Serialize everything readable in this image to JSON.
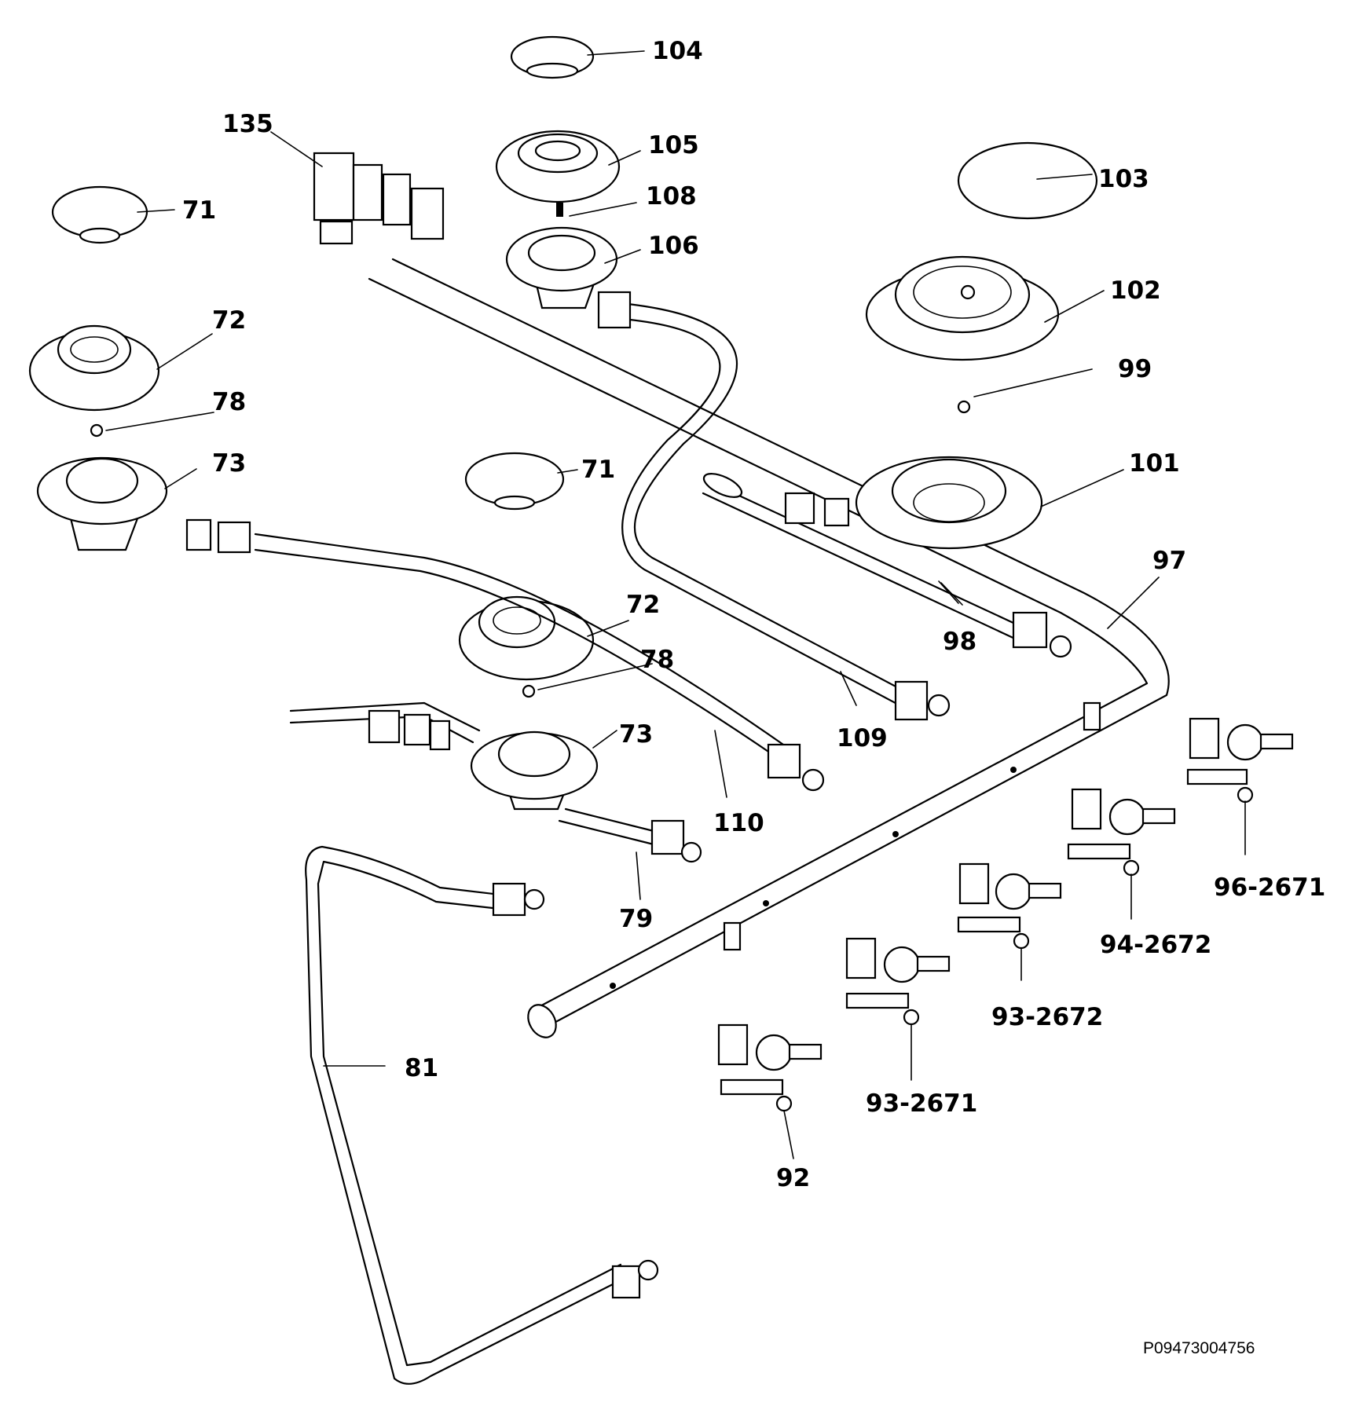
{
  "labels": {
    "l104": "104",
    "l135": "135",
    "l105": "105",
    "l108": "108",
    "l103": "103",
    "l71a": "71",
    "l106": "106",
    "l102": "102",
    "l72a": "72",
    "l99": "99",
    "l78a": "78",
    "l73a": "73",
    "l71b": "71",
    "l101": "101",
    "l97": "97",
    "l72b": "72",
    "l98": "98",
    "l78b": "78",
    "l73b": "73",
    "l109": "109",
    "l110": "110",
    "l96": "96-2671",
    "l79": "79",
    "l94": "94-2672",
    "l93a": "93-2672",
    "l81": "81",
    "l93b": "93-2671",
    "l92": "92"
  },
  "reference_code": "P09473004756"
}
